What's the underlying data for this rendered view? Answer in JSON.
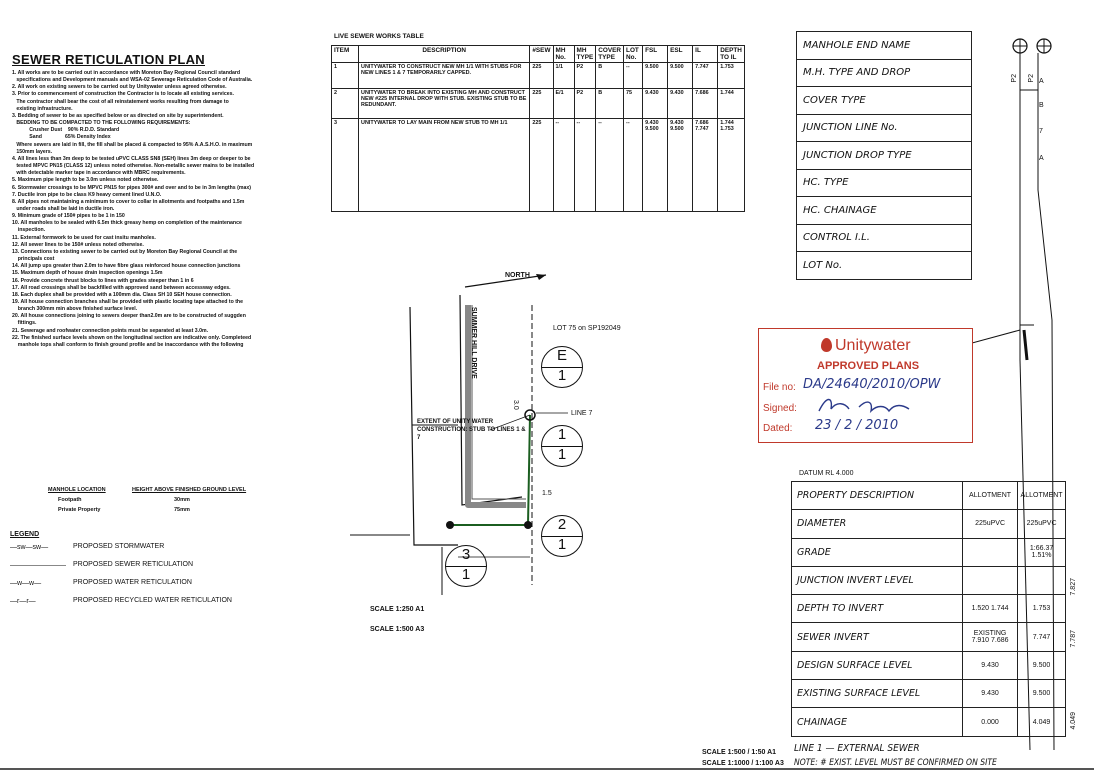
{
  "notes": {
    "title": "SEWER RETICULATION PLAN",
    "lines": [
      "1. All works are to be carried out in accordance with Moreton Bay Regional Council standard",
      "   specifications and Development manuals and WSA-02 Sewerage Reticulation Code of Australia.",
      "2. All work on existing sewers to be carried out by Unitywater unless agreed otherwise.",
      "3. Prior to commencement of construction the Contractor is to locate all existing services.",
      "   The contractor shall bear the cost of all reinstatement works resulting from damage to",
      "   existing infrastructure.",
      "3. Bedding of sewer to be as specified below or as directed on site by superintendent.",
      "   BEDDING TO BE COMPACTED TO THE FOLLOWING REQUIREMENTS:",
      "            Crusher Dust    90% R.D.D. Standard",
      "            Sand                65% Density Index",
      "   Where sewers are laid in fill, the fill shall be placed & compacted to 95% A.A.S.H.O. in maximum",
      "   150mm layers.",
      "4. All lines less than 3m deep to be tested uPVC CLASS SN8 (SEH) lines 3m deep or deeper to be",
      "   tested MPVC PN15 (CLASS 12) unless noted otherwise. Non-metallic sewer mains to be installed",
      "   with detectable marker tape in accordance with MBRC requirements.",
      "5. Maximum pipe length to be 3.0m unless noted otherwise.",
      "6. Stormwater crossings to be MPVC PN15 for pipes 300# and over and to be in 3m lengths (max)",
      "7. Ductile iron pipe to be class K9 heavy cement lined U.N.O.",
      "8. All pipes not maintaining a minimum to cover to collar in allotments and footpaths and 1.5m",
      "   under roads shall be laid in ductile iron.",
      "9. Minimum grade of 150# pipes to be 1 in 150",
      "10. All manholes to be sealed with 6.5m thick greasy hemp on completion of the maintenance",
      "    inspection.",
      "11. External formwork to be used for cast insitu manholes.",
      "12. All sewer lines to be 150# unless noted otherwise.",
      "13. Connections to existing sewer to be carried out by Moreton Bay Regional Council at the",
      "    principals cost",
      "14. All jump ups greater than 2.0m to have fibre glass reinforced house connection junctions",
      "15. Maximum depth of house drain inspection openings 1.5m",
      "16. Provide concrete thrust blocks to lines with grades steeper than 1 in 6",
      "17. All road crossings shall be backfilled with approved sand between accessway edges.",
      "18. Each duplex shall be provided with a 100mm dia. Class SH 10 SEH house connection.",
      "19. All house connection branches shall be provided with plastic locating tape attached to the",
      "    branch 300mm min above finished surface level.",
      "20. All house connections joining to sewers deeper than2.0m are to be constructed of suggden",
      "    fittings.",
      "21. Sewerage and roofwater connection points must be separated at least 3.0m.",
      "22. The finished surface levels shown on the longitudinal section are indicative only. Completeed",
      "    manhole tops shall conform to finish ground profile and be inaccordance with the following"
    ],
    "manhole_header_1": "MANHOLE LOCATION",
    "manhole_header_2": "HEIGHT ABOVE FINISHED GROUND LEVEL",
    "manhole_rows": [
      {
        "loc": "Footpath",
        "height": "30mm"
      },
      {
        "loc": "Private Property",
        "height": "75mm"
      }
    ]
  },
  "legend": {
    "title": "LEGEND",
    "items": [
      {
        "symbol": "—sw—sw—",
        "label": "PROPOSED STORMWATER"
      },
      {
        "symbol": "————————",
        "label": "PROPOSED SEWER RETICULATION"
      },
      {
        "symbol": "—w—w—",
        "label": "PROPOSED WATER RETICULATION"
      },
      {
        "symbol": "—r—r—",
        "label": "PROPOSED RECYCLED WATER RETICULATION"
      }
    ]
  },
  "works_table": {
    "title": "LIVE SEWER WORKS TABLE",
    "headers": [
      "ITEM",
      "DESCRIPTION",
      "#SEW",
      "MH No.",
      "MH TYPE",
      "COVER TYPE",
      "LOT No.",
      "FSL",
      "ESL",
      "IL",
      "DEPTH TO IL"
    ],
    "rows": [
      [
        "1",
        "UNITYWATER TO CONSTRUCT NEW MH 1/1 WITH STUBS FOR NEW LINES 1 & 7 TEMPORARILY CAPPED.",
        "225",
        "1/1",
        "P2",
        "B",
        "--",
        "9.500",
        "9.500",
        "7.747",
        "1.753"
      ],
      [
        "2",
        "UNITYWATER TO BREAK INTO EXISTING MH AND CONSTRUCT NEW #225 INTERNAL DROP WITH STUB. EXISTING STUB TO BE REDUNDANT.",
        "225",
        "E/1",
        "P2",
        "B",
        "75",
        "9.430",
        "9.430",
        "7.686",
        "1.744"
      ],
      [
        "3",
        "UNITYWATER TO LAY MAIN FROM NEW STUB TO MH 1/1",
        "225",
        "--",
        "--",
        "--",
        "--",
        "9.430 9.500",
        "9.430 9.500",
        "7.686 7.747",
        "1.744 1.753"
      ]
    ]
  },
  "plan": {
    "north": "NORTH",
    "street": "SUMMER HILL DRIVE",
    "lot_label": "LOT 75 on SP192049",
    "line_label": "LINE 7",
    "dim_1": "1.5",
    "dim_2": "3.0",
    "extent_note": "EXTENT OF UNITY WATER CONSTRUCTION: STUB TO LINES 1 & 7",
    "mh_e": {
      "top": "E",
      "bottom": "1"
    },
    "mh_a": {
      "top": "1",
      "bottom": "1"
    },
    "mh_b": {
      "top": "2",
      "bottom": "1"
    },
    "mh_c": {
      "top": "3",
      "bottom": "1"
    },
    "scale_1": "SCALE 1:250  A1",
    "scale_2": "SCALE 1:500  A3"
  },
  "manhole_box": {
    "rows": [
      "MANHOLE END NAME",
      "M.H. TYPE AND DROP",
      "COVER TYPE",
      "JUNCTION LINE No.",
      "JUNCTION DROP TYPE",
      "HC. TYPE",
      "HC. CHAINAGE",
      "CONTROL I.L.",
      "LOT No."
    ]
  },
  "profile_labels": {
    "p2a": "P2",
    "p2b": "P2",
    "b": "B",
    "a": "A",
    "seven1": "7",
    "seven2": "A"
  },
  "stamp": {
    "brand": "Unitywater",
    "approved": "APPROVED PLANS",
    "file_label": "File no:",
    "file_value": "DA/24640/2010/OPW",
    "signed_label": "Signed:",
    "dated_label": "Dated:",
    "dated_value": "23 / 2 / 2010"
  },
  "long_section": {
    "datum": "DATUM RL 4.000",
    "headers": [
      "PROPERTY DESCRIPTION",
      "ALLOTMENT",
      "ALLOTMENT"
    ],
    "rows": [
      {
        "label": "DIAMETER",
        "a": "225uPVC",
        "b": "225uPVC"
      },
      {
        "label": "GRADE",
        "a": "",
        "b": "1:66.37 1.51%"
      },
      {
        "label": "JUNCTION INVERT LEVEL",
        "a": "",
        "b": ""
      },
      {
        "label": "DEPTH TO INVERT",
        "a": "1.520 1.744",
        "b": "1.753"
      },
      {
        "label": "SEWER INVERT",
        "a": "EXISTING 7.910 7.686",
        "b": "7.747"
      },
      {
        "label": "DESIGN SURFACE LEVEL",
        "a": "9.430",
        "b": "9.500"
      },
      {
        "label": "EXISTING SURFACE LEVEL",
        "a": "9.430",
        "b": "9.500"
      },
      {
        "label": "CHAINAGE",
        "a": "0.000",
        "b": "4.049"
      }
    ],
    "right_vals": [
      "7.827",
      "7.787",
      "4.049"
    ],
    "footer_scale_1": "SCALE 1:500 / 1:50 A1",
    "footer_scale_2": "SCALE 1:1000 / 1:100 A3",
    "line_title": "LINE 1 — EXTERNAL SEWER",
    "note": "NOTE: # EXIST. LEVEL MUST BE CONFIRMED ON SITE"
  }
}
